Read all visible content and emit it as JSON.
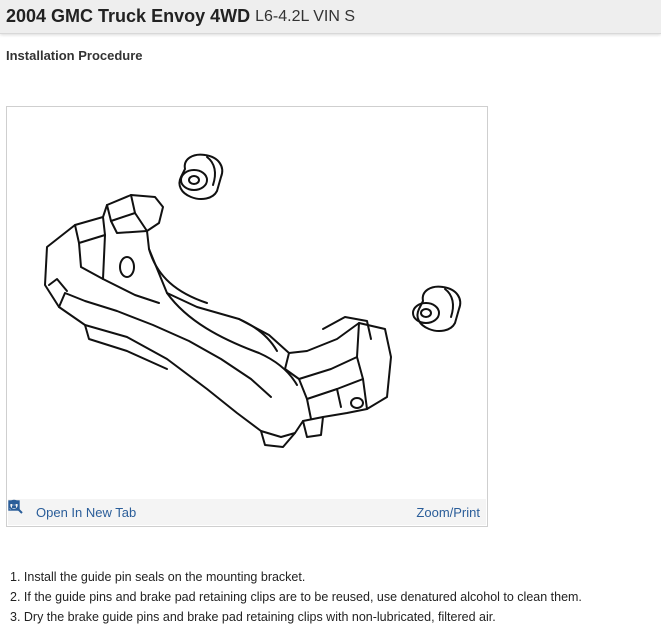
{
  "header": {
    "title": "2004 GMC Truck Envoy 4WD",
    "engine": "L6-4.2L VIN S"
  },
  "section": {
    "title": "Installation Procedure"
  },
  "figure": {
    "open_new_tab_label": "Open In New Tab",
    "zoom_print_label": "Zoom/Print",
    "accent_color": "#2a5d99"
  },
  "steps": [
    "1. Install the guide pin seals on the mounting bracket.",
    "2. If the guide pins and brake pad retaining clips are to be reused, use denatured alcohol to clean them.",
    "3. Dry the brake guide pins and brake pad retaining clips with non-lubricated, filtered air."
  ]
}
